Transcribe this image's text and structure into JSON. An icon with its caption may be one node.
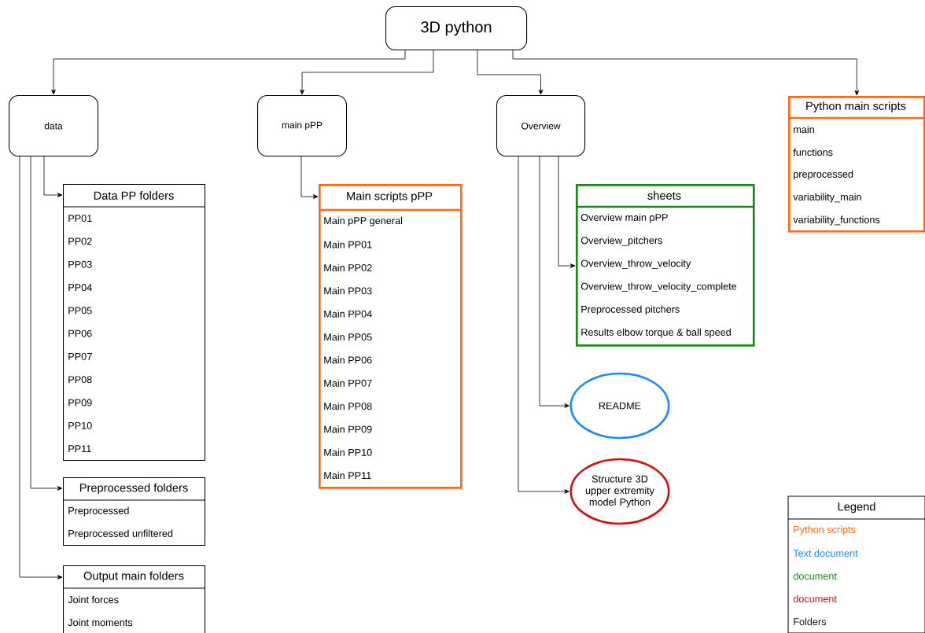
{
  "diagram": {
    "nodes": [
      {
        "text": [
          "3D python"
        ]
      },
      {
        "text": [
          "data"
        ]
      },
      {
        "text": [
          "main pPP"
        ]
      },
      {
        "text": [
          "Overview"
        ]
      },
      {
        "text": [
          "Python main scripts",
          "main",
          "functions",
          "preprocessed",
          "variability_main",
          "variability_functions"
        ]
      },
      {
        "text": [
          "Data PP folders",
          "PP01",
          "PP02",
          "PP03",
          "PP04",
          "PP05",
          "PP06",
          "PP07",
          "PP08",
          "PP09",
          "PP10",
          "PP11"
        ]
      },
      {
        "text": [
          "Main scripts pPP",
          "Main pPP general",
          "Main PP01",
          "Main PP02",
          "Main PP03",
          "Main PP04",
          "Main PP05",
          "Main PP06",
          "Main PP07",
          "Main PP08",
          "Main PP09",
          "Main PP10",
          "Main PP11"
        ]
      },
      {
        "text": [
          "sheets",
          "Overview main pPP",
          "Overview_pitchers",
          "Overview_throw_velocity",
          "Overview_throw_velocity_complete",
          "Preprocessed pitchers",
          "Results elbow torque & ball speed"
        ]
      },
      {
        "text": [
          "Preprocessed folders",
          "Preprocessed",
          "Preprocessed unfiltered"
        ]
      },
      {
        "text": [
          "Output main folders",
          "Joint forces",
          "Joint moments"
        ]
      },
      {
        "text": [
          "README"
        ]
      },
      {
        "text": [
          "Structure 3D upper extremity model Python"
        ]
      }
    ],
    "edges": [
      {
        "from": 0,
        "to": 1,
        "arrow": "to"
      },
      {
        "from": 0,
        "to": 2,
        "arrow": "to"
      },
      {
        "from": 0,
        "to": 3,
        "arrow": "to"
      },
      {
        "from": 0,
        "to": 4,
        "arrow": "to"
      },
      {
        "from": 1,
        "to": 5,
        "arrow": "to"
      },
      {
        "from": 1,
        "to": 8,
        "arrow": "to"
      },
      {
        "from": 1,
        "to": 9,
        "arrow": "to"
      },
      {
        "from": 2,
        "to": 6,
        "arrow": "to"
      },
      {
        "from": 3,
        "to": 7,
        "arrow": "to"
      },
      {
        "from": 3,
        "to": 10,
        "arrow": "to"
      },
      {
        "from": 3,
        "to": 11,
        "arrow": "to"
      }
    ],
    "labels": [
      "Legend"
    ],
    "legend": [
      {
        "text": "Python scripts",
        "color": "#ff6a13"
      },
      {
        "text": "Text document",
        "color": "#1a8cff"
      },
      {
        "text": "document",
        "color": "#1a8a1a"
      },
      {
        "text": "document",
        "color": "#cc1111"
      },
      {
        "text": "Folders",
        "color": "#1a1a1a"
      }
    ]
  }
}
